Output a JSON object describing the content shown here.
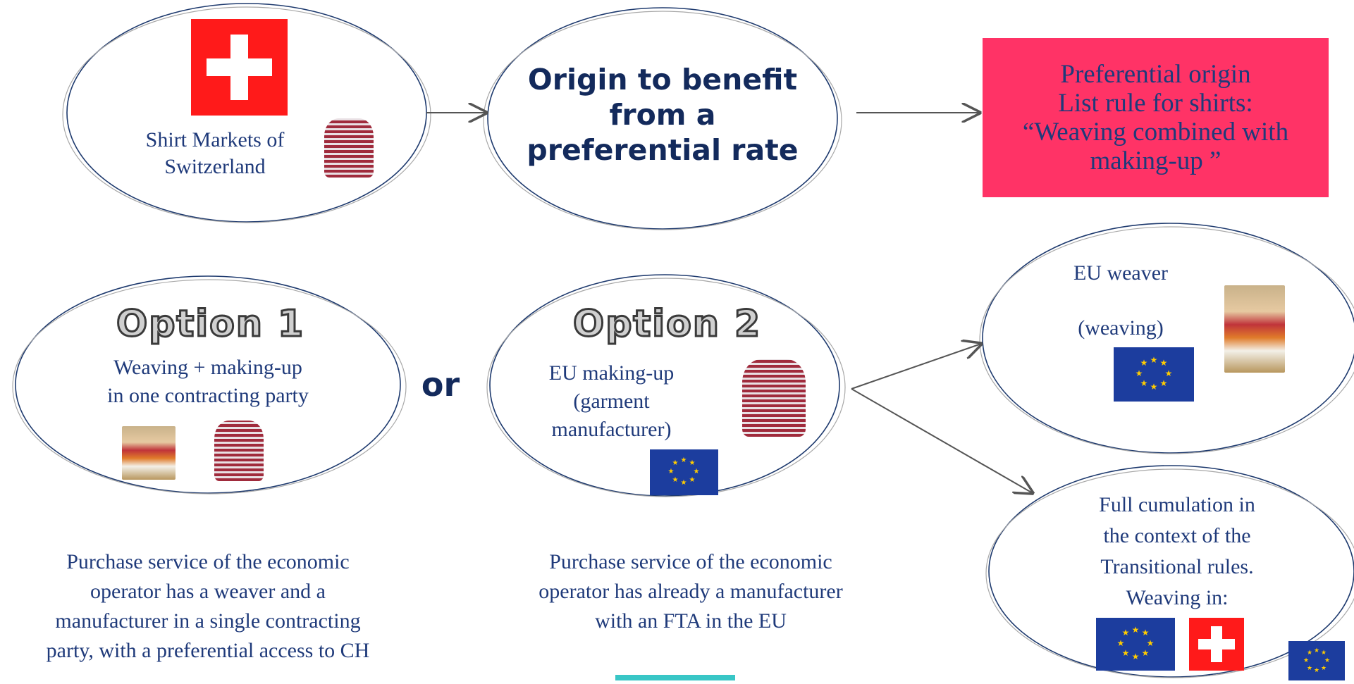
{
  "nodes": {
    "markets": {
      "line1": "Shirt Markets of",
      "line2": "Switzerland"
    },
    "origin": {
      "line1": "Origin to benefit",
      "line2": "from a",
      "line3": "preferential rate"
    },
    "rule": {
      "line1": "Preferential origin",
      "line2": "List rule for shirts:",
      "line3": "“Weaving combined with",
      "line4": "making-up ”"
    },
    "option1": {
      "title": "Option 1",
      "line1": "Weaving + making-up",
      "line2": "in one contracting party"
    },
    "or_label": "or",
    "option2": {
      "title": "Option 2",
      "line1": "EU making-up",
      "line2": "(garment",
      "line3": "manufacturer)"
    },
    "weaver": {
      "line1": "EU weaver",
      "line2": "(weaving)"
    },
    "cumulation": {
      "line1": "Full cumulation in",
      "line2": "the context of the",
      "line3": "Transitional rules.",
      "line4": "Weaving in:"
    }
  },
  "notes": {
    "option1": {
      "line1": "Purchase service of the economic",
      "line2": "operator has a weaver and a",
      "line3": "manufacturer in a single contracting",
      "line4": "party, with a preferential access to CH"
    },
    "option2": {
      "line1": "Purchase service of the economic",
      "line2": "operator has already a manufacturer",
      "line3": "with an FTA in the EU"
    }
  },
  "colors": {
    "rule_box": "#ff3366",
    "text": "#1f3a7a",
    "heading": "#132a5c",
    "swiss_flag": "#ff1a1a",
    "eu_flag": "#1c3d9e"
  },
  "icons": [
    "swiss-flag-icon",
    "eu-flag-icon",
    "shirt-icon",
    "fabric-icon"
  ]
}
